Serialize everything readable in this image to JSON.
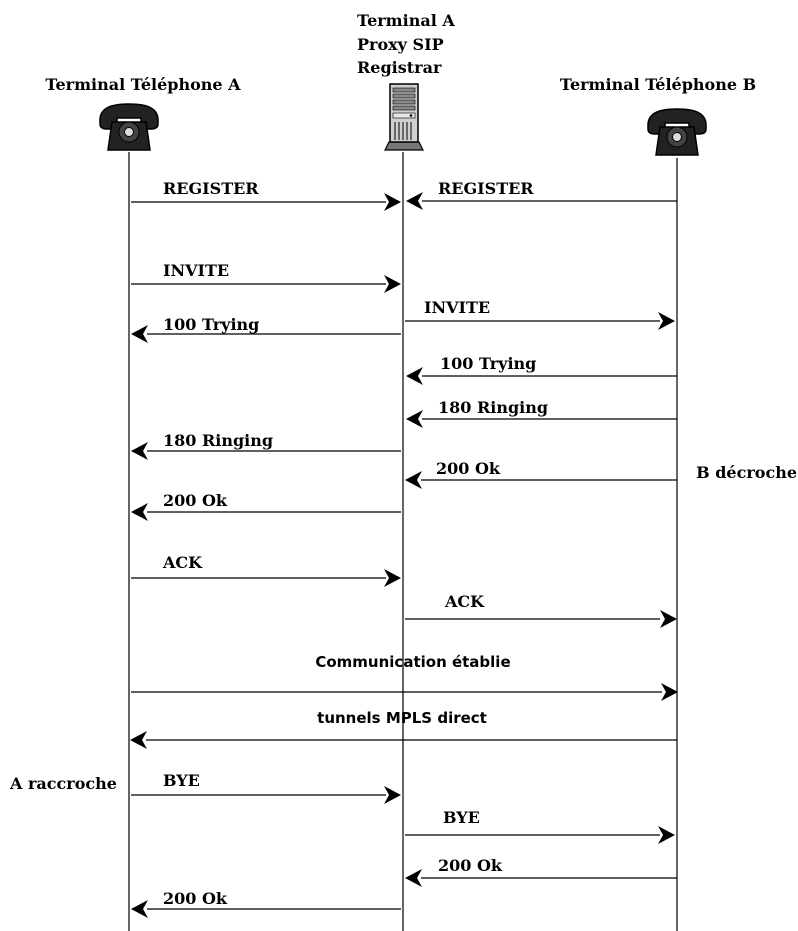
{
  "participants": [
    {
      "id": "A",
      "name": "Terminal Téléphone A",
      "icon": "telephone-icon"
    },
    {
      "id": "P",
      "name_lines": [
        "Terminal A",
        "Proxy SIP",
        "Registrar"
      ],
      "icon": "server-icon"
    },
    {
      "id": "B",
      "name": "Terminal Téléphone B",
      "icon": "telephone-icon"
    }
  ],
  "messages": [
    {
      "label": "REGISTER",
      "from": "A",
      "to": "P"
    },
    {
      "label": "REGISTER",
      "from": "B",
      "to": "P"
    },
    {
      "label": "INVITE",
      "from": "A",
      "to": "P"
    },
    {
      "label": "INVITE",
      "from": "P",
      "to": "B"
    },
    {
      "label": "100 Trying",
      "from": "P",
      "to": "A"
    },
    {
      "label": "100 Trying",
      "from": "B",
      "to": "P"
    },
    {
      "label": "180 Ringing",
      "from": "B",
      "to": "P"
    },
    {
      "label": "180 Ringing",
      "from": "P",
      "to": "A"
    },
    {
      "label": "200 Ok",
      "from": "B",
      "to": "P"
    },
    {
      "label": "200 Ok",
      "from": "P",
      "to": "A"
    },
    {
      "label": "ACK",
      "from": "A",
      "to": "P"
    },
    {
      "label": "ACK",
      "from": "P",
      "to": "B"
    },
    {
      "label": "Communication établie",
      "from": "A",
      "to": "B"
    },
    {
      "label": "tunnels MPLS direct",
      "from": "B",
      "to": "A"
    },
    {
      "label": "BYE",
      "from": "A",
      "to": "P"
    },
    {
      "label": "BYE",
      "from": "P",
      "to": "B"
    },
    {
      "label": "200 Ok",
      "from": "B",
      "to": "P"
    },
    {
      "label": "200 Ok",
      "from": "P",
      "to": "A"
    }
  ],
  "notes": {
    "b_decroche": "B décroche",
    "a_raccroche": "A raccroche"
  }
}
